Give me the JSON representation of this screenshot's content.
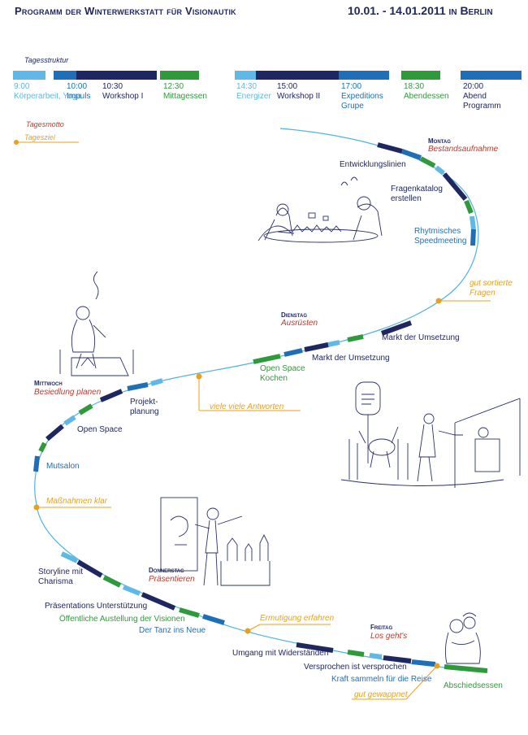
{
  "header": {
    "title": "Programm der Winterwerkstatt für Visionautik",
    "dates": "10.01. - 14.01.2011 in Berlin"
  },
  "colors": {
    "navy": "#1f2760",
    "light_blue": "#5fb8e6",
    "mid_blue": "#1f6fb8",
    "green": "#2f9a3c",
    "red": "#c0392b",
    "orange": "#e8a020",
    "path_line": "#4fb3e3"
  },
  "legend": {
    "structure_label": "Tagesstruktur",
    "motto_label": "Tagesmotto",
    "goal_label": "Tagesziel"
  },
  "schedule": [
    {
      "time": "9:00",
      "label": "Körperarbeit, Yoga",
      "color": "light_blue"
    },
    {
      "time": "10:00",
      "label": "Impuls",
      "color": "mid_blue"
    },
    {
      "time": "10:30",
      "label": "Workshop I",
      "color": "navy"
    },
    {
      "time": "12:30",
      "label": "Mittagessen",
      "color": "green"
    },
    {
      "time": "14:30",
      "label": "Energizer",
      "color": "light_blue"
    },
    {
      "time": "15:00",
      "label": "Workshop II",
      "color": "navy"
    },
    {
      "time": "17:00",
      "label": "Expeditions Grupe",
      "color": "mid_blue"
    },
    {
      "time": "18:30",
      "label": "Abendessen",
      "color": "green"
    },
    {
      "time": "20:00",
      "label": "Abend Programm",
      "color": "mid_blue"
    }
  ],
  "days": [
    {
      "day": "Montag",
      "motto": "Bestandsaufnahme"
    },
    {
      "day": "Dienstag",
      "motto": "Ausrüsten"
    },
    {
      "day": "Mittwoch",
      "motto": "Besiedlung planen"
    },
    {
      "day": "Donnerstag",
      "motto": "Präsentieren"
    },
    {
      "day": "Freitag",
      "motto": "Los geht's"
    }
  ],
  "goals": [
    "gut sortierte Fragen",
    "viele viele Antworten",
    "Maßnahmen klar",
    "Ermutigung erfahren",
    "gut gewappnet"
  ],
  "activities": {
    "monday": [
      "Entwicklungslinien",
      "Fragenkatalog erstellen",
      "Rhytmisches Speedmeeting"
    ],
    "tuesday": [
      "Markt der Umsetzung",
      "Markt der Umsetzung",
      "Open Space Kochen"
    ],
    "wednesday": [
      "Projekt-planung",
      "Open Space",
      "Mutsalon"
    ],
    "thursday": [
      "Storyline mit Charisma",
      "Präsentations Unterstützung",
      "Öffentliche Austellung der Visionen",
      "Der Tanz ins Neue"
    ],
    "friday": [
      "Umgang mit Widerständen",
      "Versprochen ist versprochen",
      "Kraft sammeln für die Reise",
      "Abschiedsessen"
    ]
  }
}
